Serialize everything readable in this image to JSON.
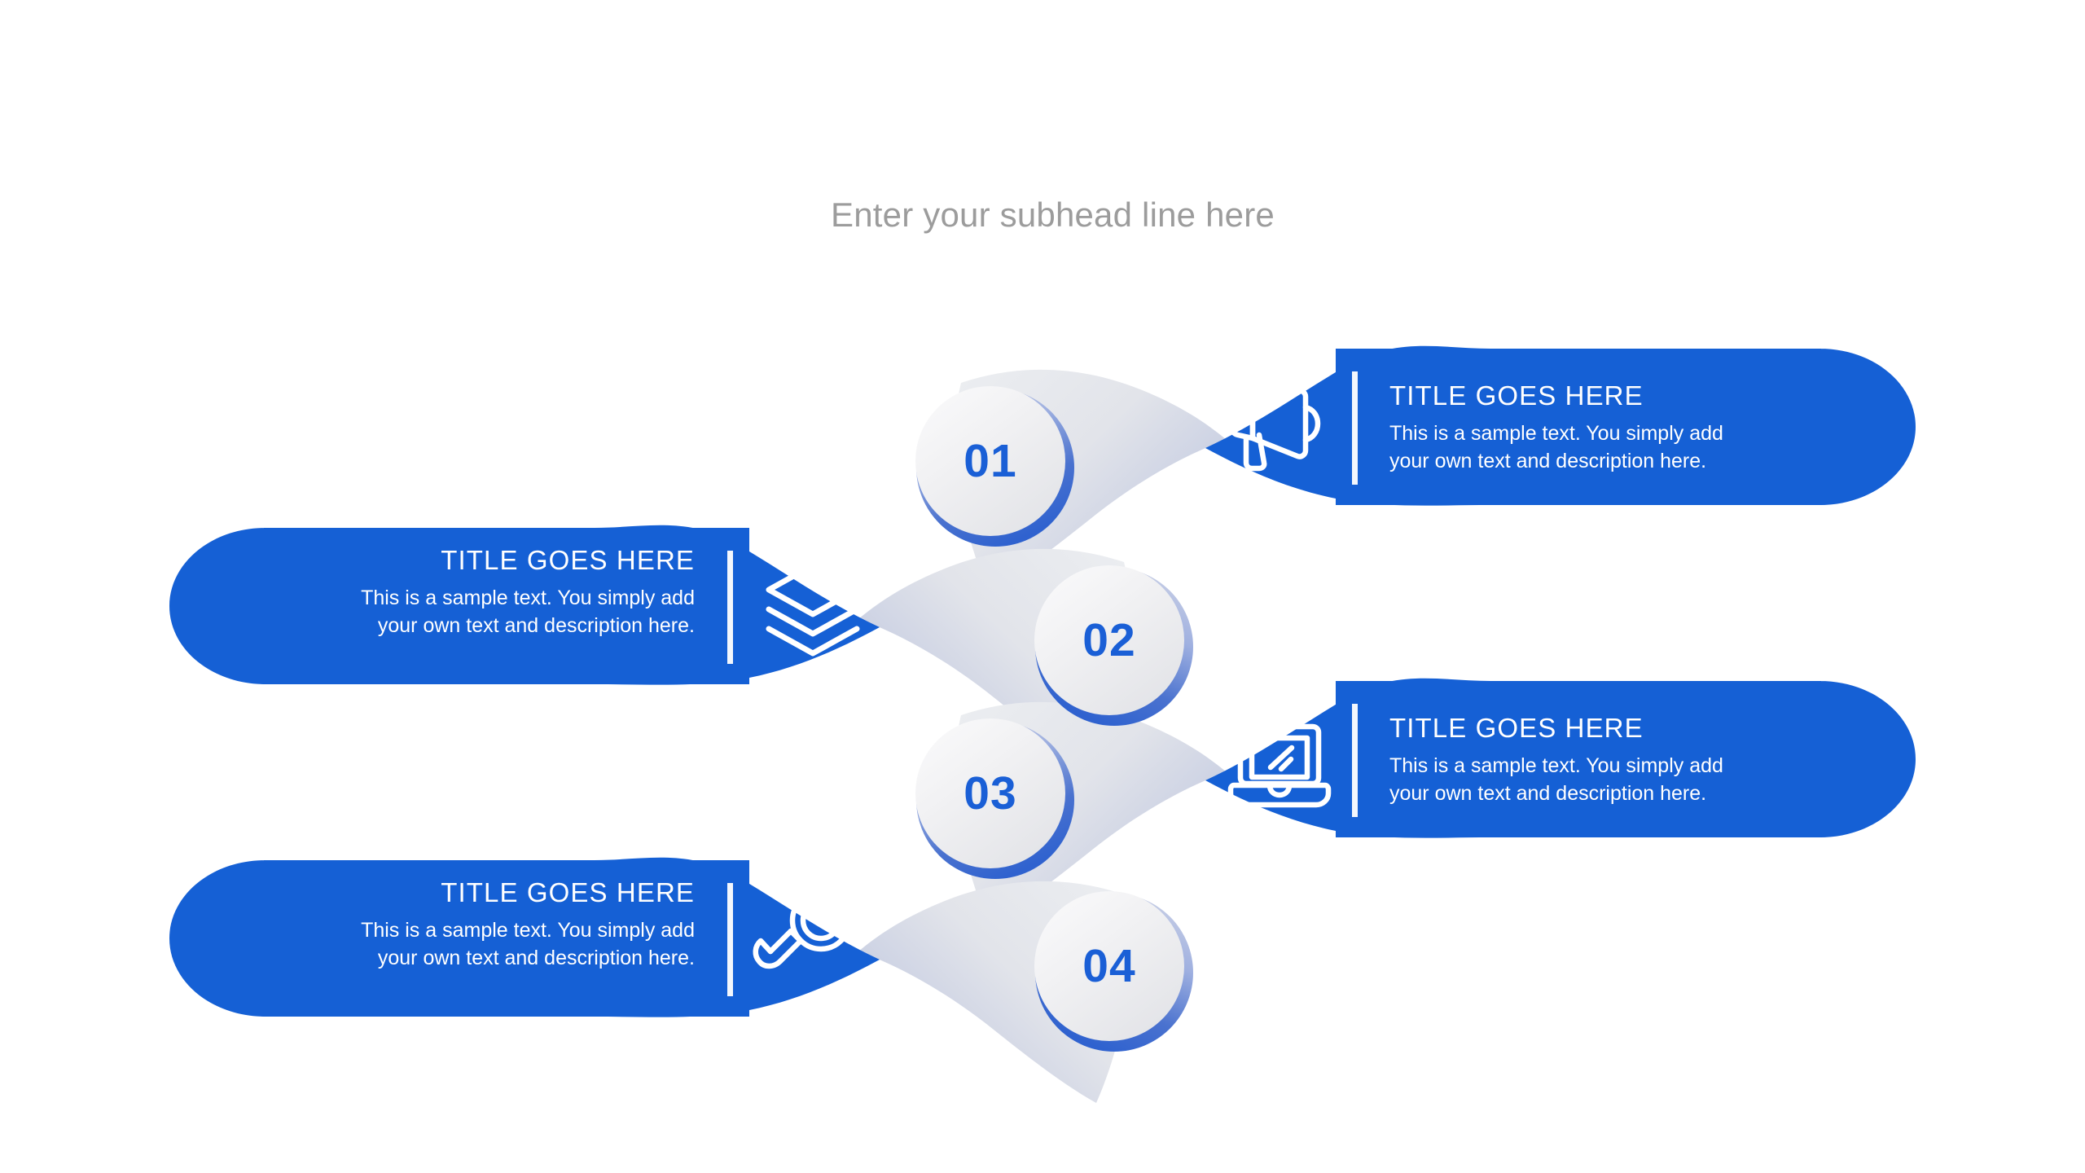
{
  "header": {
    "subhead": "Enter your subhead line here"
  },
  "theme": {
    "accent_blue": "#1A5FD6",
    "panel_blue": "#1560D5",
    "ring_blue": "#3A67C4",
    "subhead_gray": "#9c9c9c",
    "circle_light": "#f4f4f5",
    "circle_dark": "#dcdde2",
    "text_white": "#ffffff"
  },
  "steps": [
    {
      "number": "01",
      "side": "right",
      "icon": "megaphone-icon",
      "title": "TITLE GOES HERE",
      "description": "This is a sample text. You simply add\nyour own text and description here."
    },
    {
      "number": "02",
      "side": "left",
      "icon": "layers-icon",
      "title": "TITLE GOES HERE",
      "description": "This is a sample text. You simply add\nyour own text and description here."
    },
    {
      "number": "03",
      "side": "right",
      "icon": "laptop-icon",
      "title": "TITLE GOES HERE",
      "description": "This is a sample text. You simply add\nyour own text and description here."
    },
    {
      "number": "04",
      "side": "left",
      "icon": "magnifier-icon",
      "title": "TITLE GOES HERE",
      "description": "This is a sample text. You simply add\nyour own text and description here."
    }
  ]
}
